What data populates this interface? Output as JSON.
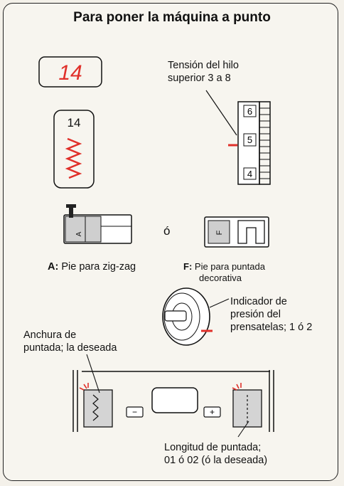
{
  "title": "Para poner la máquina a punto",
  "display": {
    "pattern_number": "14"
  },
  "pattern_card": {
    "number": "14"
  },
  "tension": {
    "label_line1": "Tensión del hilo",
    "label_line2": "superior 3 a 8",
    "dial_values": [
      "6",
      "5",
      "4"
    ]
  },
  "feet": {
    "separator": "ó",
    "a_prefix": "A:",
    "a_label": "Pie para zig-zag",
    "a_mark": "A",
    "f_prefix": "F:",
    "f_label_line1": "Pie para puntada",
    "f_label_line2": "decorativa",
    "f_mark": "F"
  },
  "pressure": {
    "line1": "Indicador de",
    "line2": "presión del",
    "line3": "prensatelas; 1 ó 2"
  },
  "width_label": {
    "line1": "Anchura de",
    "line2": "puntada; la deseada"
  },
  "panel": {
    "minus": "−",
    "plus": "+"
  },
  "length_label": {
    "line1": "Longitud de puntada;",
    "line2": "01 ó 02 (ó la deseada)"
  },
  "colors": {
    "accent_red": "#e0302a",
    "ink": "#111111",
    "paper": "#f7f5ef"
  }
}
